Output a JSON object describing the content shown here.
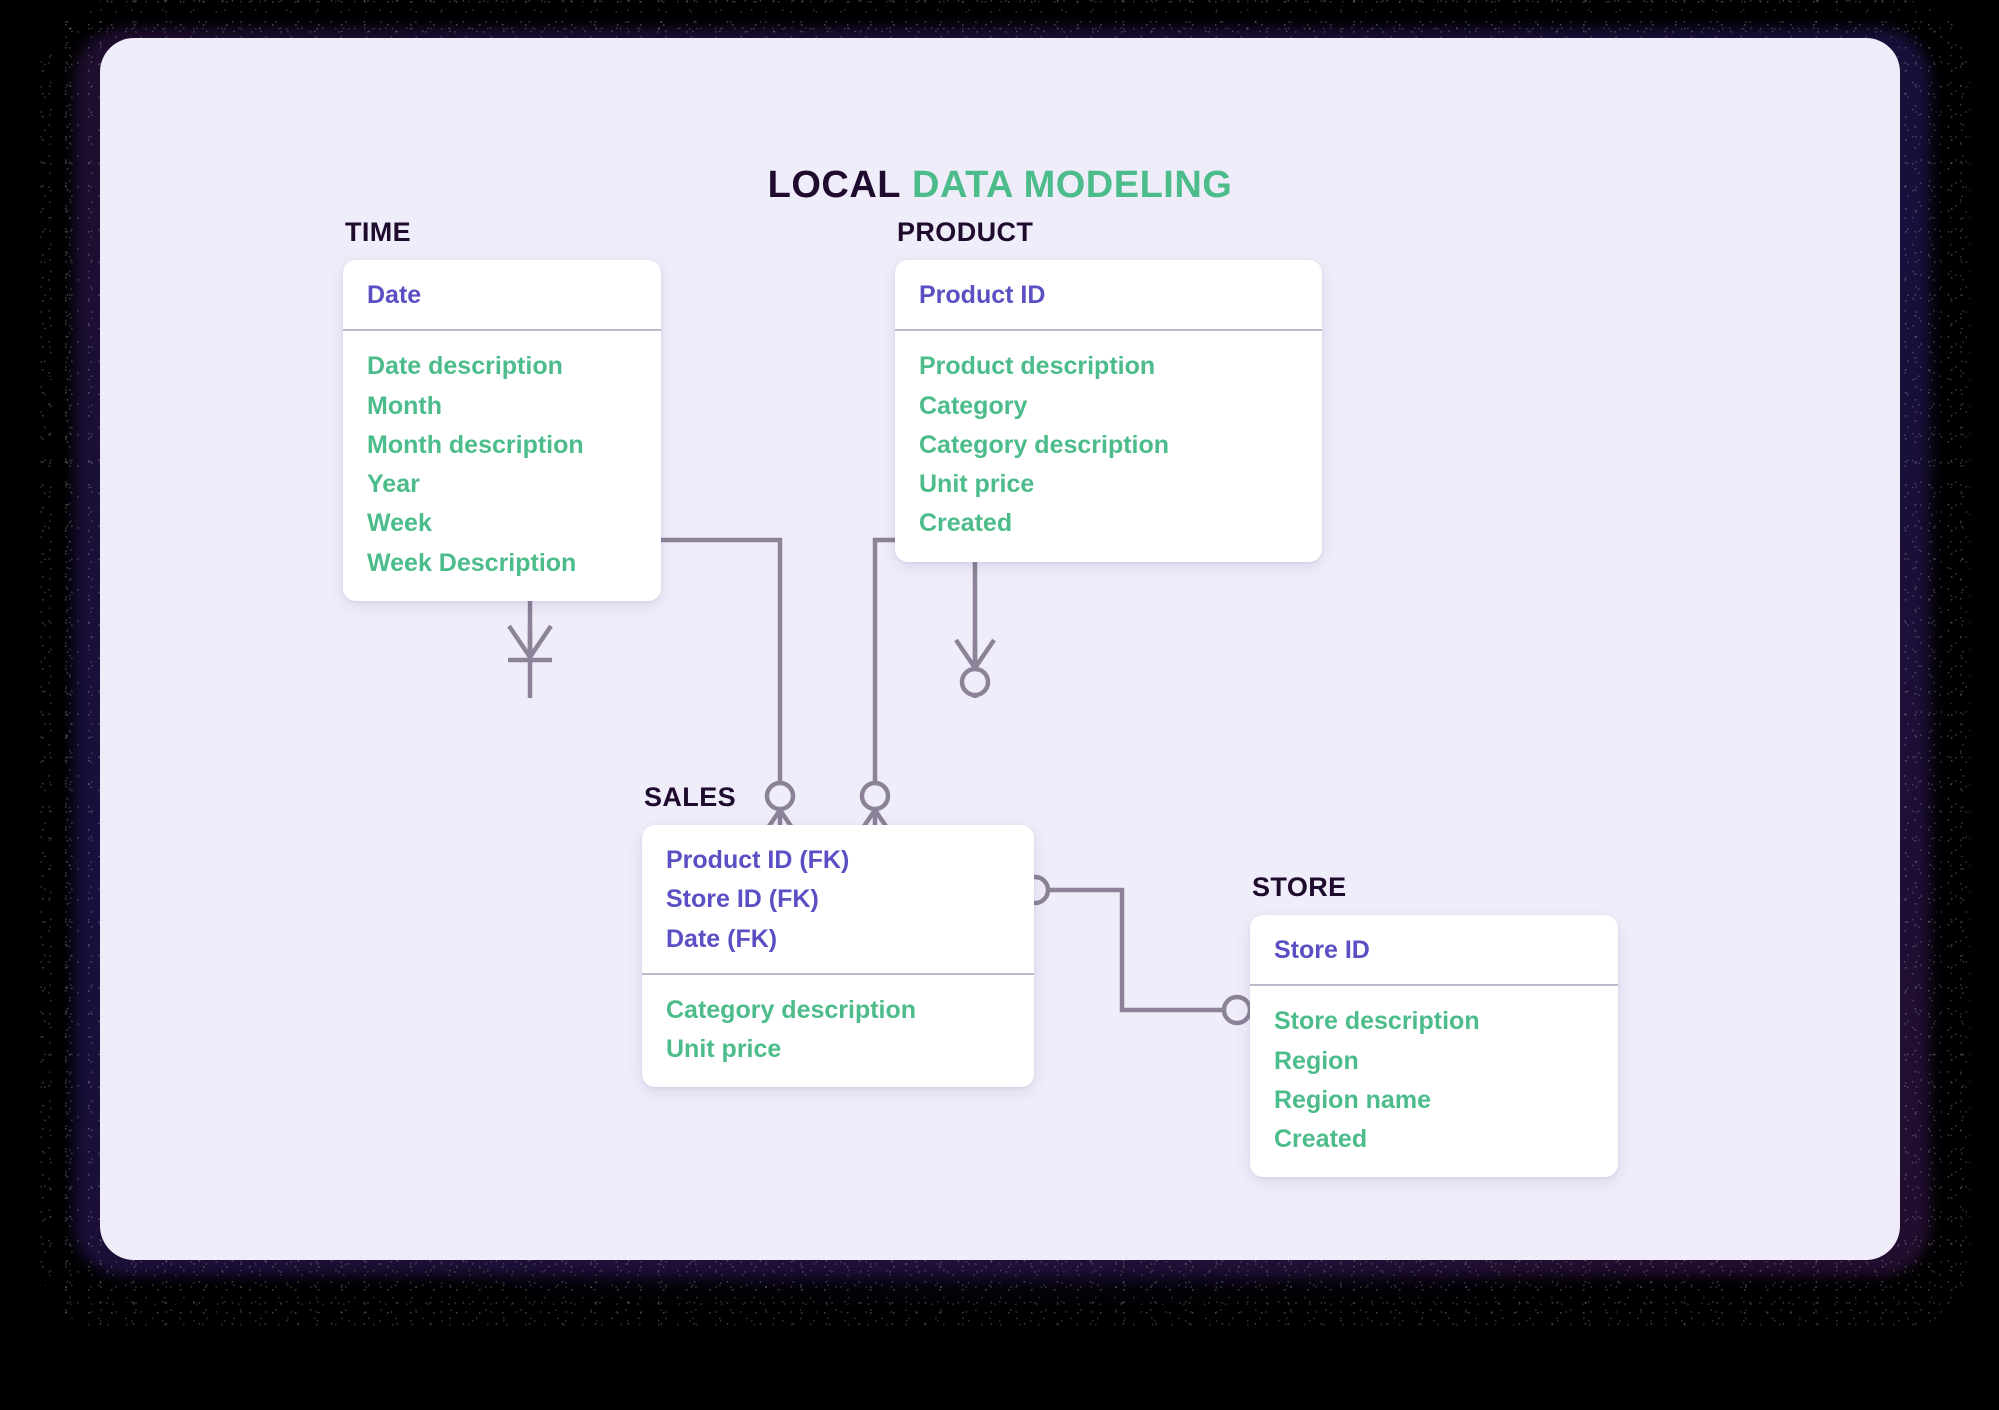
{
  "page": {
    "title_part1": "LOCAL",
    "title_part2": "DATA MODELING",
    "background_color": "#F0EDFA",
    "frame_color": "#000000"
  },
  "colors": {
    "key_purple": "#5B4FC4",
    "attribute_green": "#4CBC8A",
    "title_dark": "#1E0B2E",
    "connector_gray": "#8C8398",
    "card_white": "#FFFFFF",
    "divider": "#BEB9CB"
  },
  "entities": [
    {
      "id": "time",
      "name": "TIME",
      "keys": [
        "Date"
      ],
      "attributes": [
        "Date description",
        "Month",
        "Month description",
        "Year",
        "Week",
        "Week Description"
      ]
    },
    {
      "id": "product",
      "name": "PRODUCT",
      "keys": [
        "Product ID"
      ],
      "attributes": [
        "Product description",
        "Category",
        "Category description",
        "Unit price",
        "Created"
      ]
    },
    {
      "id": "sales",
      "name": "SALES",
      "keys": [
        "Product ID (FK)",
        "Store ID (FK)",
        "Date (FK)"
      ],
      "attributes": [
        "Category description",
        "Unit price"
      ]
    },
    {
      "id": "store",
      "name": "STORE",
      "keys": [
        "Store ID"
      ],
      "attributes": [
        "Store description",
        "Region",
        "Region name",
        "Created"
      ]
    }
  ],
  "relationships": [
    {
      "id": "time-sales",
      "from": "TIME",
      "to": "SALES",
      "from_cardinality": "one-or-many",
      "to_cardinality": "zero-or-many"
    },
    {
      "id": "product-sales",
      "from": "PRODUCT",
      "to": "SALES",
      "from_cardinality": "zero-or-many",
      "to_cardinality": "zero-or-many"
    },
    {
      "id": "sales-store",
      "from": "SALES",
      "to": "STORE",
      "from_cardinality": "zero-or-many",
      "to_cardinality": "zero-or-many"
    }
  ]
}
